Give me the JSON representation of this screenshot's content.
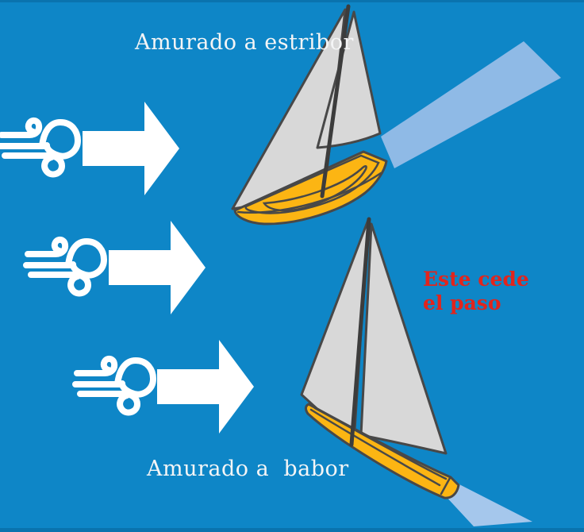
{
  "labels": {
    "starboard": "Amurado a estribor",
    "port": "Amurado a  babor",
    "give_way_line1": "Este cede",
    "give_way_line2": "el paso"
  },
  "colors": {
    "bg": "#0e86c7",
    "bg_edge": "#0a73ae",
    "white": "#ffffff",
    "sail": "#d8d8d8",
    "outline": "#484848",
    "mast": "#3c3c3c",
    "hull": "#fcb513",
    "beam_top": "#8fbae6",
    "beam_bottom": "#a5c7ec",
    "label": "#f4f5f6",
    "warning": "#e2241c"
  },
  "icons": [
    {
      "name": "wind-gust-icon",
      "meaning": "wind blowing from the left",
      "count": 3
    },
    {
      "name": "arrow-right-icon",
      "meaning": "wind direction arrow",
      "count": 2.999
    }
  ],
  "diagram": {
    "boats": [
      {
        "id": "starboard-tack-boat",
        "caption": "Amurado a estribor",
        "has_wake_beam": true,
        "gives_way": false
      },
      {
        "id": "port-tack-boat",
        "caption": "Amurado a  babor",
        "has_wake_beam": true,
        "gives_way": true
      }
    ]
  }
}
